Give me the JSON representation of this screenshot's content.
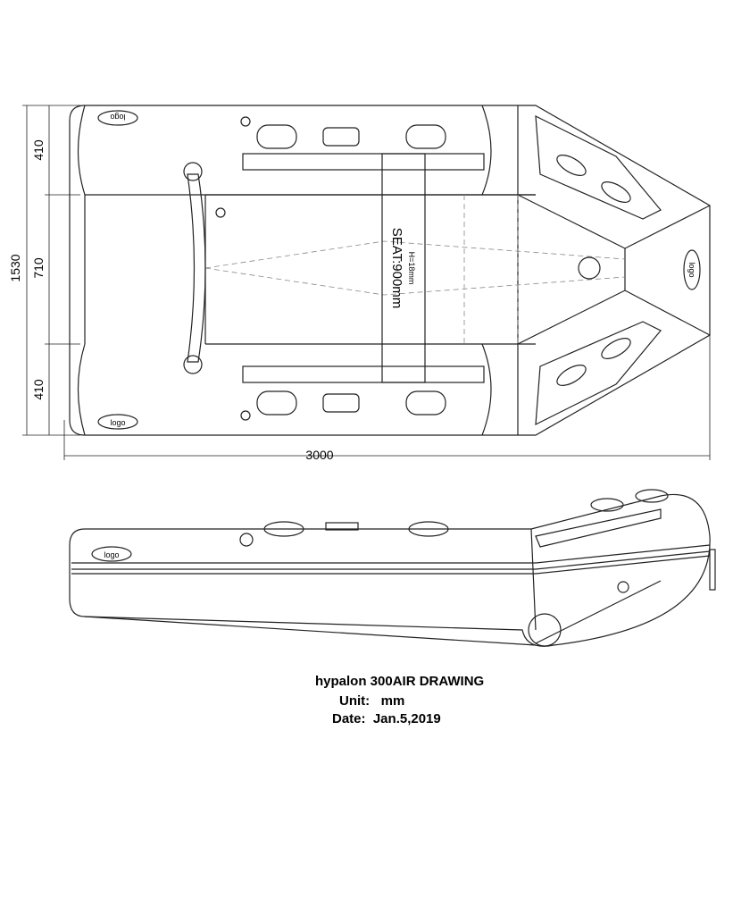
{
  "dimensions": {
    "overall_width": "1530",
    "tube_top": "410",
    "inner_width": "710",
    "tube_bottom": "410",
    "overall_length": "3000"
  },
  "seat": {
    "label": "SEAT:900mm",
    "height_label": "H=18mm"
  },
  "logos": [
    "logo",
    "logo",
    "logo",
    "logo"
  ],
  "caption": {
    "title": "hypalon 300AIR  DRAWING",
    "unit": "Unit:   mm",
    "date": "Date:  Jan.5,2019"
  }
}
